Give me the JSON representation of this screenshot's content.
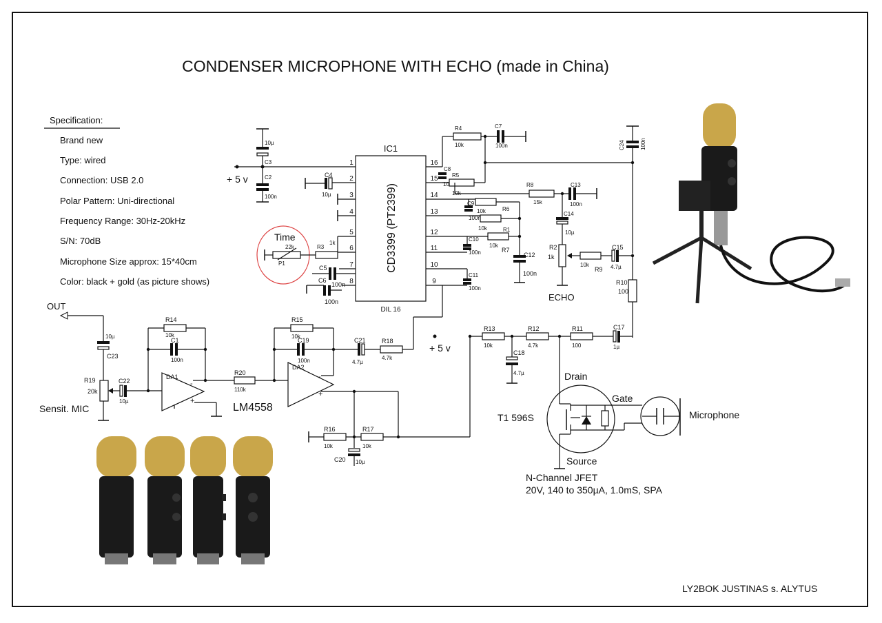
{
  "title": "CONDENSER MICROPHONE WITH ECHO (made in China)",
  "spec": {
    "heading": "Specification:",
    "items": [
      "Brand new",
      "Type: wired",
      "Connection: USB 2.0",
      "Polar Pattern: Uni-directional",
      "Frequency Range: 30Hz-20kHz",
      "S/N: 70dB",
      "Microphone Size approx: 15*40cm",
      "Color: black + gold (as picture shows)"
    ]
  },
  "ic": {
    "ref": "IC1",
    "part": "CD3399 (PT2399)",
    "package": "DIL 16",
    "pins_left": [
      "1",
      "2",
      "3",
      "4",
      "5",
      "6",
      "7",
      "8"
    ],
    "pins_right": [
      "16",
      "15",
      "14",
      "13",
      "12",
      "11",
      "10",
      "9"
    ]
  },
  "labels": {
    "plus5_left": "+ 5 v",
    "plus5_mid": "+ 5 v",
    "time": "Time",
    "echo": "ECHO",
    "out": "OUT",
    "sensit": "Sensit. MIC",
    "lm": "LM4558",
    "da1": "DA1",
    "da2": "DA2",
    "drain": "Drain",
    "gate": "Gate",
    "source": "Source",
    "t1": "T1 596S",
    "microphone": "Microphone",
    "jfet1": "N-Channel JFET",
    "jfet2": "20V, 140 to 350µA, 1.0mS, SPA",
    "author": "LY2BOK  JUSTINAS  s. ALYTUS",
    "opamp_minus": "-",
    "opamp_plus": "+"
  },
  "components": {
    "C3": {
      "ref": "C3",
      "val": "10µ"
    },
    "C2": {
      "ref": "C2",
      "val": "100n"
    },
    "C4": {
      "ref": "C4",
      "val": "10µ"
    },
    "P1": {
      "ref": "P1",
      "val": "22k"
    },
    "R3": {
      "ref": "R3",
      "val": "1k"
    },
    "C5": {
      "ref": "C5",
      "val": "100n"
    },
    "C6": {
      "ref": "C6",
      "val": "100n"
    },
    "R4": {
      "ref": "R4",
      "val": "10k"
    },
    "C7": {
      "ref": "C7",
      "val": "100n"
    },
    "C8": {
      "ref": "C8",
      "val": "100"
    },
    "R5": {
      "ref": "R5",
      "val": "10k"
    },
    "C24": {
      "ref": "C24",
      "val": "100n"
    },
    "R8": {
      "ref": "R8",
      "val": "15k"
    },
    "C13": {
      "ref": "C13",
      "val": "100n"
    },
    "C9": {
      "ref": "C9",
      "val": "100n"
    },
    "R6": {
      "ref": "R6",
      "val": "10k"
    },
    "R6b": {
      "ref": "",
      "val": "10k"
    },
    "R1": {
      "ref": "R1",
      "val": ""
    },
    "R7": {
      "ref": "R7",
      "val": "10k"
    },
    "C10": {
      "ref": "C10",
      "val": "100n"
    },
    "C11": {
      "ref": "C11",
      "val": "100n"
    },
    "C12": {
      "ref": "C12",
      "val": "100n"
    },
    "C14": {
      "ref": "C14",
      "val": "10µ"
    },
    "R2": {
      "ref": "R2",
      "val": "1k"
    },
    "R9": {
      "ref": "R9",
      "val": "10k"
    },
    "C15": {
      "ref": "C15",
      "val": "4.7µ"
    },
    "R10": {
      "ref": "R10",
      "val": "100"
    },
    "C23": {
      "ref": "C23",
      "val": "10µ"
    },
    "R19": {
      "ref": "R19",
      "val": "20k"
    },
    "C22": {
      "ref": "C22",
      "val": "10µ"
    },
    "R14": {
      "ref": "R14",
      "val": "10k"
    },
    "C1": {
      "ref": "C1",
      "val": "100n"
    },
    "R20": {
      "ref": "R20",
      "val": "110k"
    },
    "R15": {
      "ref": "R15",
      "val": "10k"
    },
    "C19": {
      "ref": "C19",
      "val": "100n"
    },
    "C21": {
      "ref": "C21",
      "val": "4.7µ"
    },
    "R18": {
      "ref": "R18",
      "val": "4.7k"
    },
    "R16": {
      "ref": "R16",
      "val": "10k"
    },
    "R17": {
      "ref": "R17",
      "val": "10k"
    },
    "C20": {
      "ref": "C20",
      "val": "10µ"
    },
    "R13": {
      "ref": "R13",
      "val": "10k"
    },
    "R12": {
      "ref": "R12",
      "val": "4.7k"
    },
    "R11": {
      "ref": "R11",
      "val": "100"
    },
    "C17": {
      "ref": "C17",
      "val": "1µ"
    },
    "C18": {
      "ref": "C18",
      "val": "4.7µ"
    }
  }
}
